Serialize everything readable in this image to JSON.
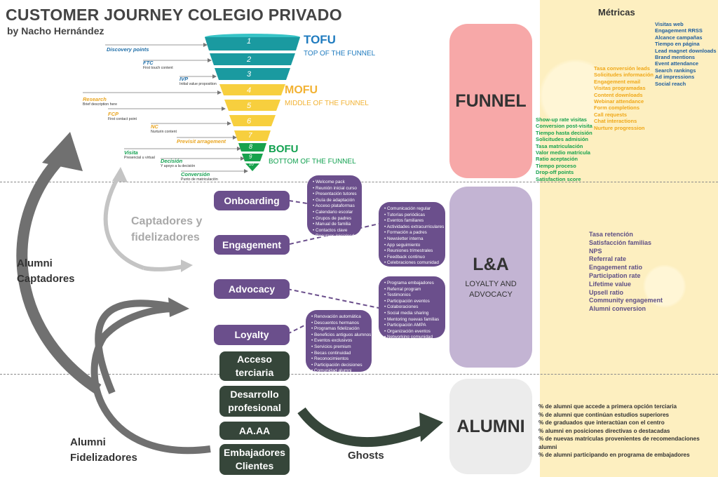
{
  "header": {
    "title": "CUSTOMER JOURNEY COLEGIO PRIVADO",
    "author": "by Nacho Hernández"
  },
  "funnel": {
    "levels": [
      "1",
      "2",
      "3",
      "4",
      "5",
      "6",
      "7",
      "8",
      "9",
      "10"
    ],
    "stages": [
      {
        "name": "TOFU",
        "desc": "TOP OF THE FUNNEL",
        "color": "#1f7bbf"
      },
      {
        "name": "MOFU",
        "desc": "MIDDLE OF THE FUNNEL",
        "color": "#f2b233"
      },
      {
        "name": "BOFU",
        "desc": "BOTTOM OF THE FUNNEL",
        "color": "#12a150"
      }
    ],
    "points": [
      {
        "label": "Discovery points",
        "sub": "",
        "color": "#1f6ea8"
      },
      {
        "label": "FTC",
        "sub": "First touch content",
        "color": "#1f6ea8"
      },
      {
        "label": "IVP",
        "sub": "Initial value proposition",
        "color": "#1f6ea8"
      },
      {
        "label": "Research",
        "sub": "Brief description here",
        "color": "#e9a520"
      },
      {
        "label": "FCP",
        "sub": "First contact point",
        "color": "#e9a520"
      },
      {
        "label": "NC",
        "sub": "Nurturin content",
        "color": "#e9a520"
      },
      {
        "label": "Previsit arragement",
        "sub": "",
        "color": "#e9a520"
      },
      {
        "label": "Visita",
        "sub": "Presencial u virtual",
        "color": "#12a150"
      },
      {
        "label": "Decisión",
        "sub": "Y apoyo a la decisión",
        "color": "#12a150"
      },
      {
        "label": "Conversión",
        "sub": "Punto de matriculación",
        "color": "#12a150"
      }
    ]
  },
  "side_labels": {
    "captadores_fidelizadores": "Captadores y fidelizadores",
    "alumni_captadores": "Alumni Captadores",
    "alumni_fidelizadores": "Alumni Fidelizadores",
    "ghosts": "Ghosts"
  },
  "la_stages": [
    {
      "label": "Onboarding",
      "items": [
        "Welcome pack",
        "Reunión inicial curso",
        "Presentación tutores",
        "Guía de adaptación",
        "Acceso plataformas",
        "Calendario escolar",
        "Grupos de padres",
        "Manual de familia",
        "Contactos clave",
        "Recursos inicialesd"
      ]
    },
    {
      "label": "Engagement",
      "items": [
        "Comunicación regular",
        "Tutorías periódicas",
        "Eventos familiares",
        "Actividades extracurriculares",
        "Formación a padres",
        "Newsletter interna",
        "App seguimiento",
        "Reuniones trimestrales",
        "Feedback continuo",
        "Celebraciones comunidad"
      ]
    },
    {
      "label": "Advocacy",
      "items": [
        "Programa embajadores",
        "Referral program",
        "Testimonios",
        "Participación eventos",
        "Colaboraciones",
        "Social media sharing",
        "Mentoring nuevas familias",
        "Participación AMPA",
        "Organización eventos",
        "Networking comunidad"
      ]
    },
    {
      "label": "Loyalty",
      "items": [
        "Renovación automática",
        "Descuentos hermanos",
        "Programas fidelización",
        "Beneficios antiguos alumnos",
        "Eventos exclusivos",
        "Servicios premium",
        "Becas continuidad",
        "Reconocimientos",
        "Participación decisiones",
        "Comunidad alumni"
      ]
    }
  ],
  "alumni_stages": [
    "Acceso terciaria",
    "Desarrollo profesional",
    "AA.AA",
    "Embajadores Clientes"
  ],
  "boxes": {
    "funnel": "FUNNEL",
    "la": "L&A",
    "la_sub": "LOYALTY AND ADVOCACY",
    "alumni": "ALUMNI"
  },
  "metrics": {
    "title": "Métricas",
    "tofu": [
      "Visitas web",
      "Engagement RRSS",
      "Alcance campañas",
      "Tiempo en página",
      "Lead magnet downloads",
      "Brand mentions",
      "Event attendance",
      "Search rankings",
      "Ad impressions",
      "Social reach"
    ],
    "mofu": [
      "Tasa conversión leads",
      "Solicitudes información",
      "Engagement email",
      "Visitas programadas",
      "Content downloads",
      "Webinar attendance",
      "Form completions",
      "Call requests",
      "Chat interactions",
      "Nurture progression"
    ],
    "bofu": [
      "Show-up rate visitas",
      "Conversion post-visita",
      "Tiempo hasta decisión",
      "Solicitudes admisión",
      "Tasa matriculación",
      "Valor medio matrícula",
      "Ratio aceptación",
      "Tiempo proceso",
      "Drop-off points",
      "Satisfaction score"
    ],
    "la": [
      "Tasa retención",
      "Satisfacción familias",
      "NPS",
      "Referral rate",
      "Engagement ratio",
      "Participation rate",
      "Lifetime value",
      "Upsell ratio",
      "Community engagement",
      "Alumni conversion"
    ],
    "alumni": [
      "% de alumni que accede a primera opción terciaria",
      "% de alumni que continúan estudios superiores",
      "% de graduados que interactúan con el centro",
      "% alumni en posiciones directivas o destacadas",
      "% de nuevas matrículas provenientes de recomendaciones alumni",
      "% de alumni participando en programa de embajadores"
    ]
  },
  "colors": {
    "teal": "#1a9aa0",
    "yellow": "#f7cf3e",
    "green": "#17a24d",
    "purple": "#6b4f8c",
    "dark_green": "#36463a",
    "pink": "#f7a8a8",
    "lilac": "#c3b4d3",
    "grey": "#ececec"
  }
}
